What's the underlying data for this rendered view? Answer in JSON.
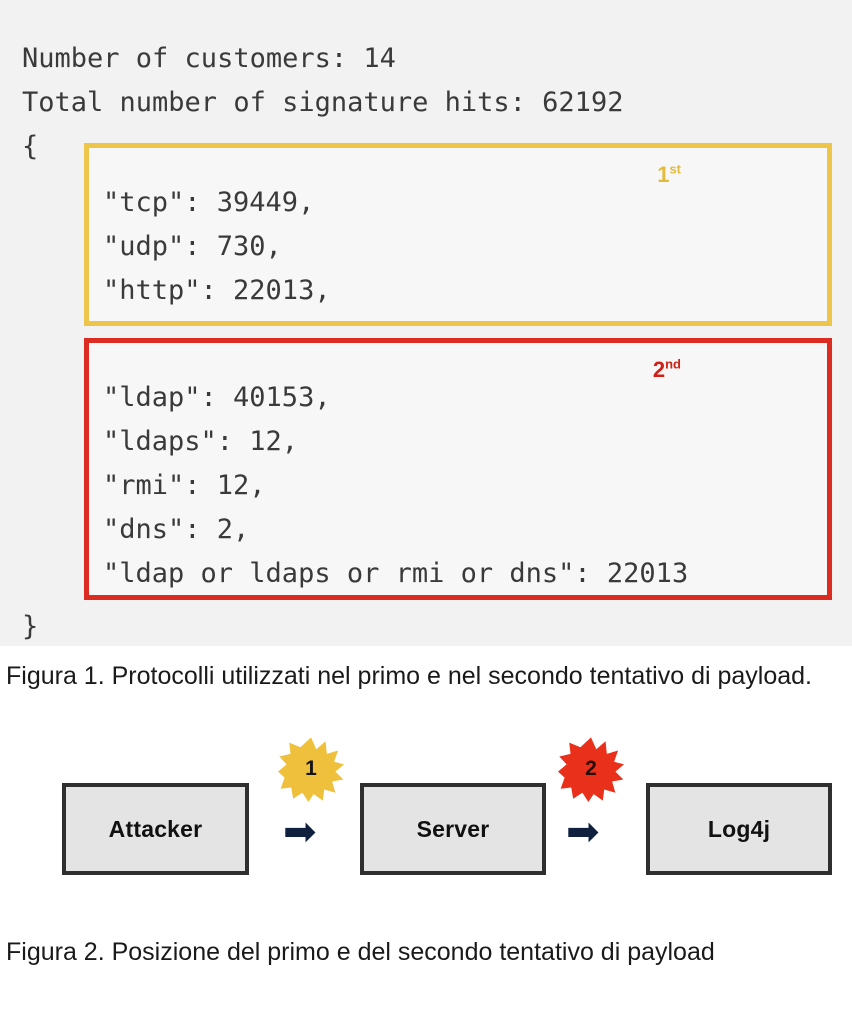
{
  "code_block": {
    "summary_lines": "Number of customers: 14\nTotal number of signature hits: 62192",
    "brace_open": "{",
    "brace_close": "}",
    "first_attempt": {
      "badge": "1",
      "badge_suffix": "st",
      "badge_color": "#e3bb3c",
      "border_color": "#edc54a",
      "lines": "\"tcp\": 39449,\n\"udp\": 730,\n\"http\": 22013,"
    },
    "second_attempt": {
      "badge": "2",
      "badge_suffix": "nd",
      "badge_color": "#cf2018",
      "border_color": "#dc2b20",
      "lines": "\"ldap\": 40153,\n\"ldaps\": 12,\n\"rmi\": 12,\n\"dns\": 2,\n\"ldap or ldaps or rmi or dns\": 22013"
    }
  },
  "stats": {
    "number_of_customers": "14",
    "total_signature_hits": "62192",
    "first_attempt_protocols": [
      {
        "protocol": "tcp",
        "hits": "39449"
      },
      {
        "protocol": "udp",
        "hits": "730"
      },
      {
        "protocol": "http",
        "hits": "22013"
      }
    ],
    "second_attempt_protocols": [
      {
        "protocol": "ldap",
        "hits": "40153"
      },
      {
        "protocol": "ldaps",
        "hits": "12"
      },
      {
        "protocol": "rmi",
        "hits": "12"
      },
      {
        "protocol": "dns",
        "hits": "2"
      },
      {
        "protocol": "ldap or ldaps or rmi or dns",
        "hits": "22013"
      }
    ]
  },
  "captions": {
    "figura_1": "Figura 1. Protocolli utilizzati nel primo e nel secondo tentativo di payload.",
    "figura_2": "Figura 2. Posizione del primo e del secondo tentativo di payload"
  },
  "diagram": {
    "nodes": [
      {
        "label": "Attacker"
      },
      {
        "label": "Server"
      },
      {
        "label": "Log4j"
      }
    ],
    "arrows": [
      {
        "glyph": "➡"
      },
      {
        "glyph": "➡"
      }
    ],
    "bursts": [
      {
        "number": "1",
        "fill": "#efc03c",
        "text_color": "#141414"
      },
      {
        "number": "2",
        "fill": "#e8301a",
        "text_color": "#2a0805"
      }
    ]
  }
}
